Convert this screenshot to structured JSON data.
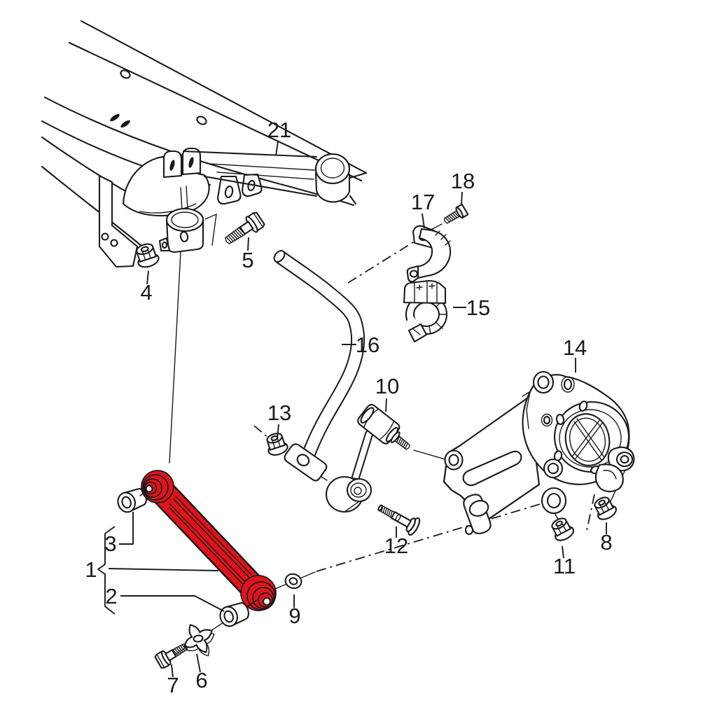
{
  "diagram": {
    "type": "exploded-parts-diagram",
    "subject": "rear-axle-suspension",
    "highlighted_part": "1",
    "colors": {
      "background": "#ffffff",
      "line": "#1a1a1a",
      "highlight": "#e0141b"
    },
    "callouts": {
      "n1": {
        "label": "1"
      },
      "n2": {
        "label": "2"
      },
      "n3": {
        "label": "3"
      },
      "n4": {
        "label": "4"
      },
      "n5": {
        "label": "5"
      },
      "n6": {
        "label": "6"
      },
      "n7": {
        "label": "7"
      },
      "n8": {
        "label": "8"
      },
      "n9": {
        "label": "9"
      },
      "n10": {
        "label": "10"
      },
      "n11": {
        "label": "11"
      },
      "n12": {
        "label": "12"
      },
      "n13": {
        "label": "13"
      },
      "n14": {
        "label": "14"
      },
      "n15": {
        "label": "15"
      },
      "n16": {
        "label": "16"
      },
      "n17": {
        "label": "17"
      },
      "n18": {
        "label": "18"
      },
      "n21": {
        "label": "21"
      }
    }
  }
}
